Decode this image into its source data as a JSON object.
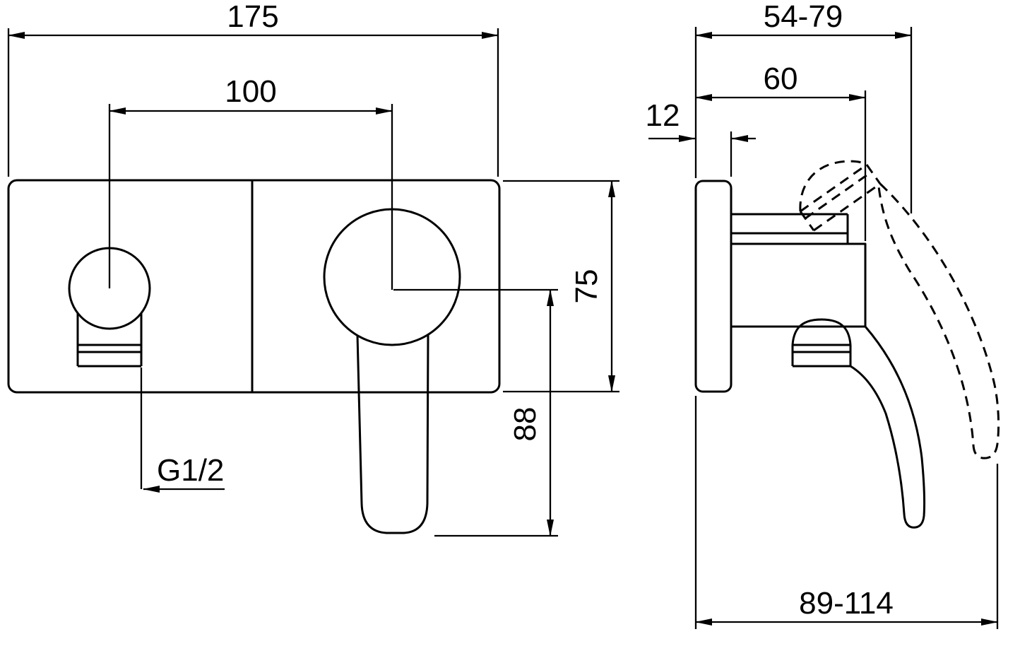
{
  "front_view": {
    "overall_width": "175",
    "center_distance": "100",
    "plate_height": "75",
    "lever_drop": "88",
    "thread": "G1/2"
  },
  "side_view": {
    "depth_range": "54-79",
    "body_depth": "60",
    "plate_thickness": "12",
    "reach_range": "89-114"
  },
  "style": {
    "line_color": "#000000",
    "background_color": "#ffffff"
  }
}
